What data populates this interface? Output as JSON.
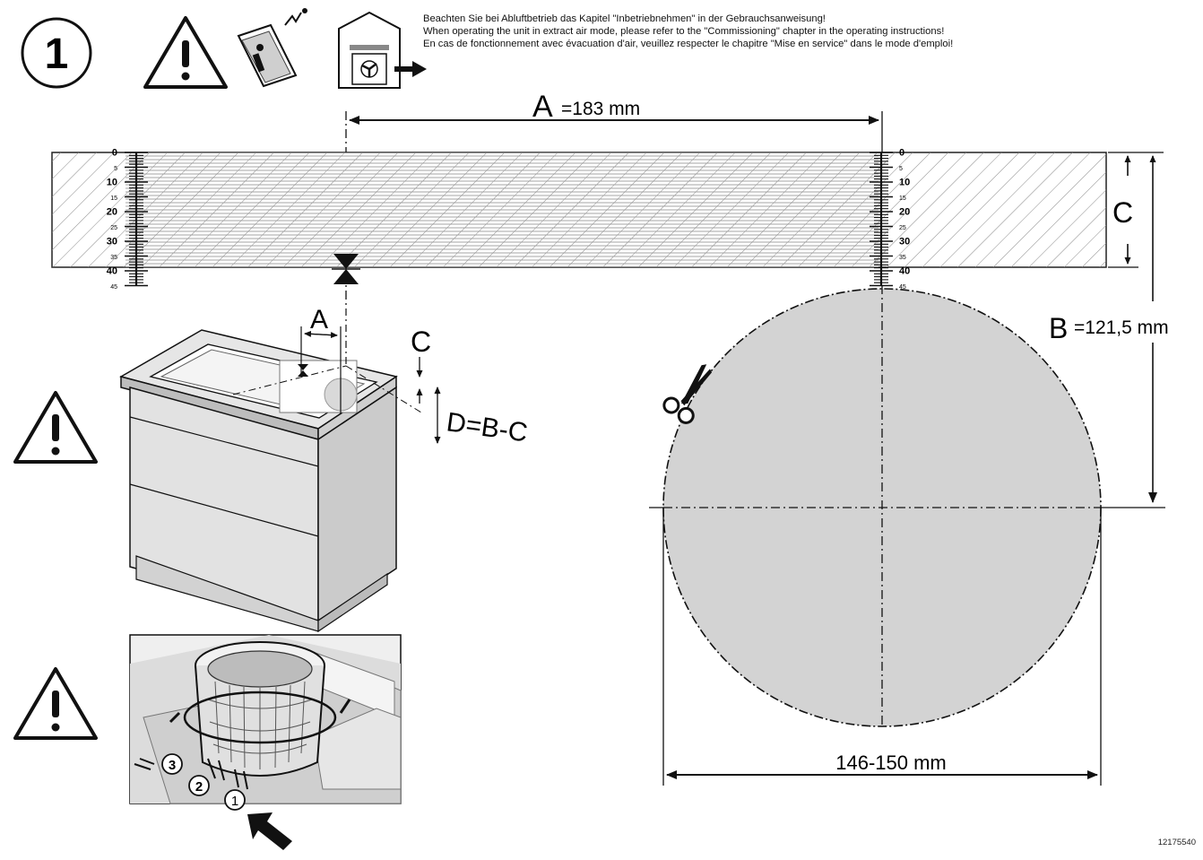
{
  "step": {
    "number": "1"
  },
  "notice": {
    "de": "Beachten Sie bei Abluftbetrieb das Kapitel \"Inbetriebnehmen\" in der Gebrauchsanweisung!",
    "en": "When operating the unit in extract air mode, please refer to the \"Commissioning\" chapter in the operating instructions!",
    "fr": "En cas de fonctionnement avec évacuation d'air, veuillez respecter le chapitre \"Mise en service\" dans le mode d'emploi!"
  },
  "dimensions": {
    "a_letter": "A",
    "a_value": "=183 mm",
    "c_letter": "C",
    "b_letter": "B",
    "b_value": "=121,5 mm",
    "cabinet_a": "A",
    "cabinet_c": "C",
    "cabinet_d": "D=B-C",
    "diameter": "146-150 mm"
  },
  "ruler": {
    "labels": [
      "0",
      "5",
      "10",
      "15",
      "20",
      "25",
      "30",
      "35",
      "40",
      "45"
    ]
  },
  "inset": {
    "steps": [
      "1",
      "2",
      "3"
    ]
  },
  "document_number": "12175540",
  "colors": {
    "cutout": "#d3d3d3",
    "line": "#111111",
    "cabinet": "#e0e0e0"
  }
}
